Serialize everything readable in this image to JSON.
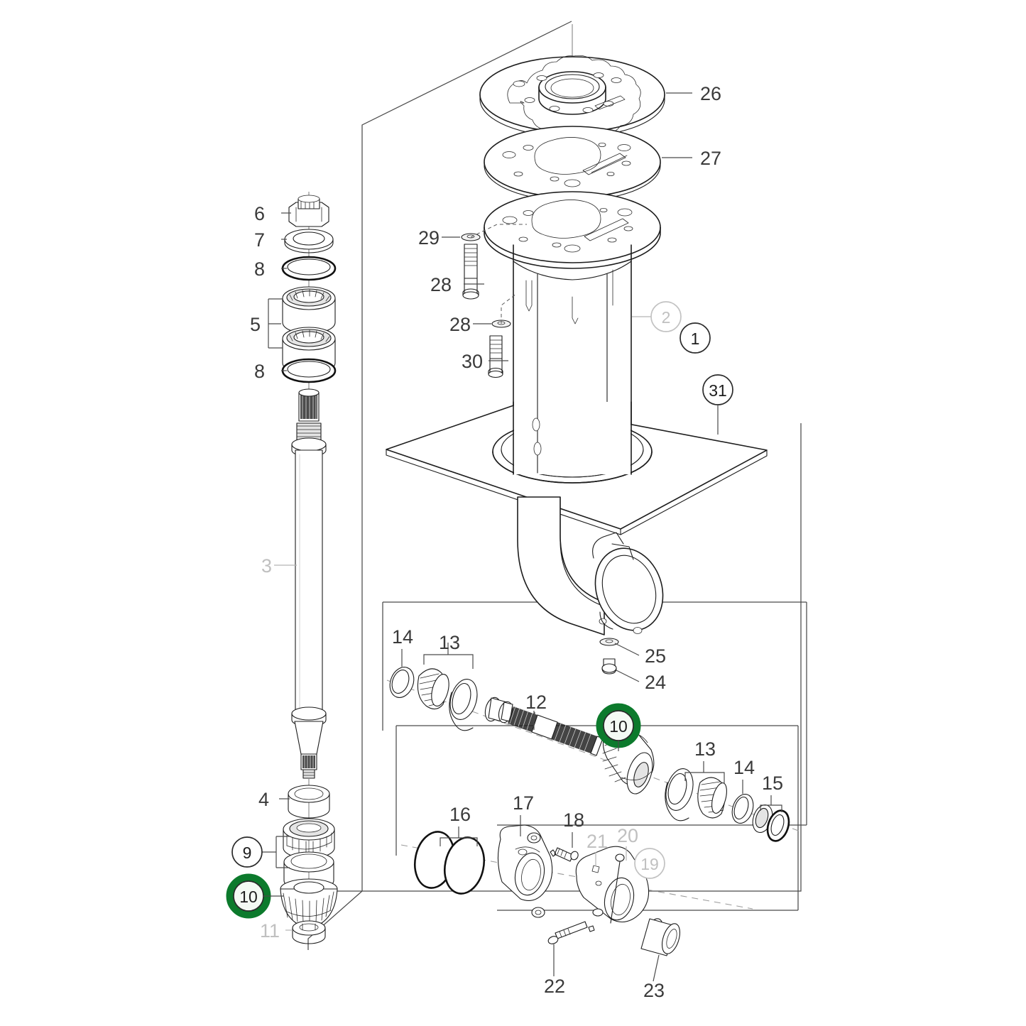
{
  "diagram": {
    "kind": "exploded-parts-diagram",
    "title": "",
    "background": "#ffffff",
    "highlight_color": "#0c7a2c",
    "highlight_fill": "#eef6ee",
    "label_color": "#3a3a3a",
    "dim_label_color": "#c0c0c0",
    "line_color": "#1d1d1d"
  },
  "callouts": {
    "c1": {
      "label": "1",
      "style": "bubble",
      "state": "normal"
    },
    "c2": {
      "label": "2",
      "style": "bubble",
      "state": "dim"
    },
    "c3": {
      "label": "3",
      "style": "leader",
      "state": "dim"
    },
    "c4": {
      "label": "4",
      "style": "leader",
      "state": "normal"
    },
    "c5": {
      "label": "5",
      "style": "bracket",
      "state": "normal"
    },
    "c6": {
      "label": "6",
      "style": "leader",
      "state": "normal"
    },
    "c7": {
      "label": "7",
      "style": "leader",
      "state": "normal"
    },
    "c8a": {
      "label": "8",
      "style": "leader",
      "state": "normal"
    },
    "c8b": {
      "label": "8",
      "style": "leader",
      "state": "normal"
    },
    "c9": {
      "label": "9",
      "style": "bubble",
      "state": "normal"
    },
    "c10a": {
      "label": "10",
      "style": "bubble",
      "state": "highlighted"
    },
    "c10b": {
      "label": "10",
      "style": "bubble",
      "state": "highlighted"
    },
    "c11": {
      "label": "11",
      "style": "leader",
      "state": "dim"
    },
    "c12": {
      "label": "12",
      "style": "leader",
      "state": "normal"
    },
    "c13a": {
      "label": "13",
      "style": "bracket",
      "state": "normal"
    },
    "c13b": {
      "label": "13",
      "style": "bracket",
      "state": "normal"
    },
    "c14a": {
      "label": "14",
      "style": "leader",
      "state": "normal"
    },
    "c14b": {
      "label": "14",
      "style": "leader",
      "state": "normal"
    },
    "c15": {
      "label": "15",
      "style": "bracket",
      "state": "normal"
    },
    "c16": {
      "label": "16",
      "style": "bracket",
      "state": "normal"
    },
    "c17": {
      "label": "17",
      "style": "leader",
      "state": "normal"
    },
    "c18": {
      "label": "18",
      "style": "leader",
      "state": "normal"
    },
    "c19": {
      "label": "19",
      "style": "bubble",
      "state": "dim"
    },
    "c20": {
      "label": "20",
      "style": "leader",
      "state": "dim"
    },
    "c21": {
      "label": "21",
      "style": "leader",
      "state": "dim"
    },
    "c22": {
      "label": "22",
      "style": "leader",
      "state": "normal"
    },
    "c23": {
      "label": "23",
      "style": "leader",
      "state": "normal"
    },
    "c24": {
      "label": "24",
      "style": "leader",
      "state": "normal"
    },
    "c25": {
      "label": "25",
      "style": "leader",
      "state": "normal"
    },
    "c26": {
      "label": "26",
      "style": "leader",
      "state": "normal"
    },
    "c27": {
      "label": "27",
      "style": "leader",
      "state": "normal"
    },
    "c28a": {
      "label": "28",
      "style": "leader",
      "state": "normal"
    },
    "c28b": {
      "label": "28",
      "style": "leader",
      "state": "normal"
    },
    "c29": {
      "label": "29",
      "style": "leader",
      "state": "normal"
    },
    "c30": {
      "label": "30",
      "style": "leader",
      "state": "normal"
    },
    "c31": {
      "label": "31",
      "style": "bubble",
      "state": "normal"
    }
  },
  "highlighted_parts": [
    "10"
  ],
  "groups": [
    {
      "name": "main-assembly-frame"
    },
    {
      "name": "upper-bevel-group-frame"
    },
    {
      "name": "lower-bevel-group-frame"
    }
  ]
}
